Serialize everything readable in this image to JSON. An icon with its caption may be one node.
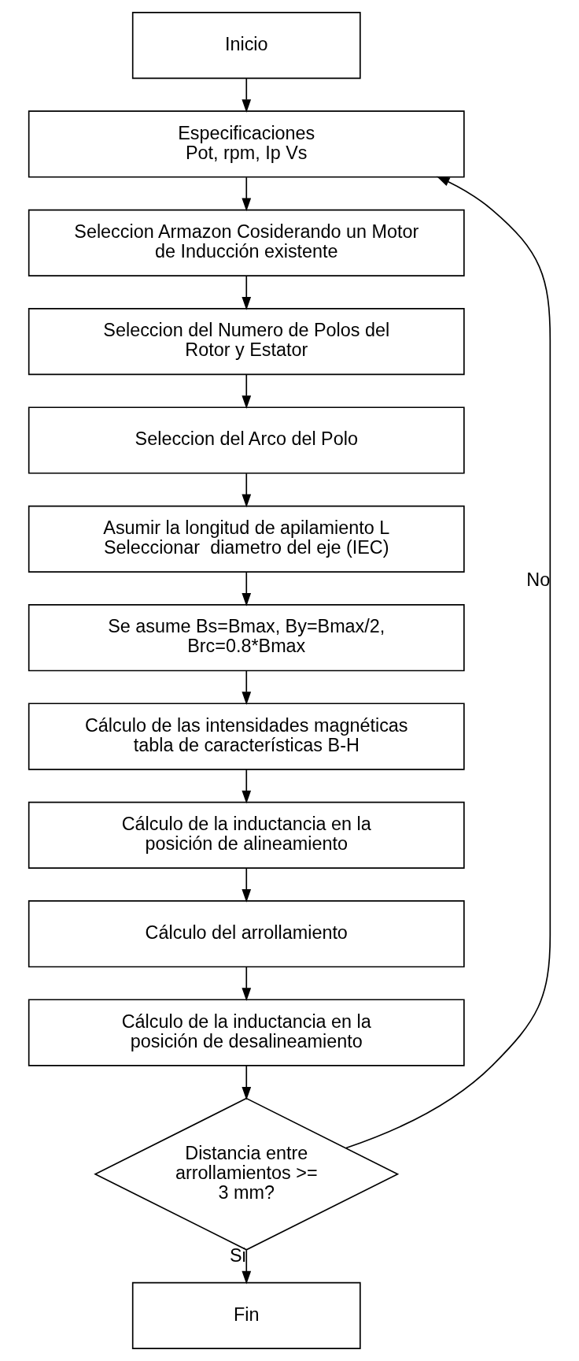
{
  "diagram": {
    "nodes": [
      {
        "text": [
          "Inicio"
        ]
      },
      {
        "text": [
          "Especificaciones",
          "Pot, rpm, Ip Vs"
        ]
      },
      {
        "text": [
          "Seleccion Armazon Cosiderando un Motor de Inducción existente"
        ]
      },
      {
        "text": [
          "Seleccion del Numero de Polos del Rotor y Estator"
        ]
      },
      {
        "text": [
          "Seleccion del Arco del Polo"
        ]
      },
      {
        "text": [
          "Asumir la longitud de apilamiento L",
          "Seleccionar  diametro del eje (IEC)"
        ]
      },
      {
        "text": [
          "Se asume Bs=Bmax, By=Bmax/2, Brc=0.8*Bmax"
        ]
      },
      {
        "text": [
          "Cálculo de las intensidades magnéticas tabla de características B-H"
        ]
      },
      {
        "text": [
          "Cálculo de la inductancia en la posición de alineamiento"
        ]
      },
      {
        "text": [
          "Cálculo del arrollamiento"
        ]
      },
      {
        "text": [
          "Cálculo de la inductancia en la posición de desalineamiento"
        ]
      },
      {
        "text": [
          "Distancia entre arrollamientos >= 3 mm?"
        ]
      },
      {
        "text": [
          "Fin"
        ]
      }
    ],
    "edges": [
      {
        "from": 0,
        "to": 1,
        "arrow": "to"
      },
      {
        "from": 1,
        "to": 2,
        "arrow": "to"
      },
      {
        "from": 2,
        "to": 3,
        "arrow": "to"
      },
      {
        "from": 3,
        "to": 4,
        "arrow": "to"
      },
      {
        "from": 4,
        "to": 5,
        "arrow": "to"
      },
      {
        "from": 5,
        "to": 6,
        "arrow": "to"
      },
      {
        "from": 6,
        "to": 7,
        "arrow": "to"
      },
      {
        "from": 7,
        "to": 8,
        "arrow": "to"
      },
      {
        "from": 8,
        "to": 9,
        "arrow": "to"
      },
      {
        "from": 9,
        "to": 10,
        "arrow": "to"
      },
      {
        "from": 10,
        "to": 11,
        "arrow": "to"
      },
      {
        "from": 11,
        "to": 12,
        "arrow": "to",
        "label": "Si"
      },
      {
        "from": 11,
        "to": 1,
        "arrow": "to",
        "label": "No"
      }
    ]
  }
}
